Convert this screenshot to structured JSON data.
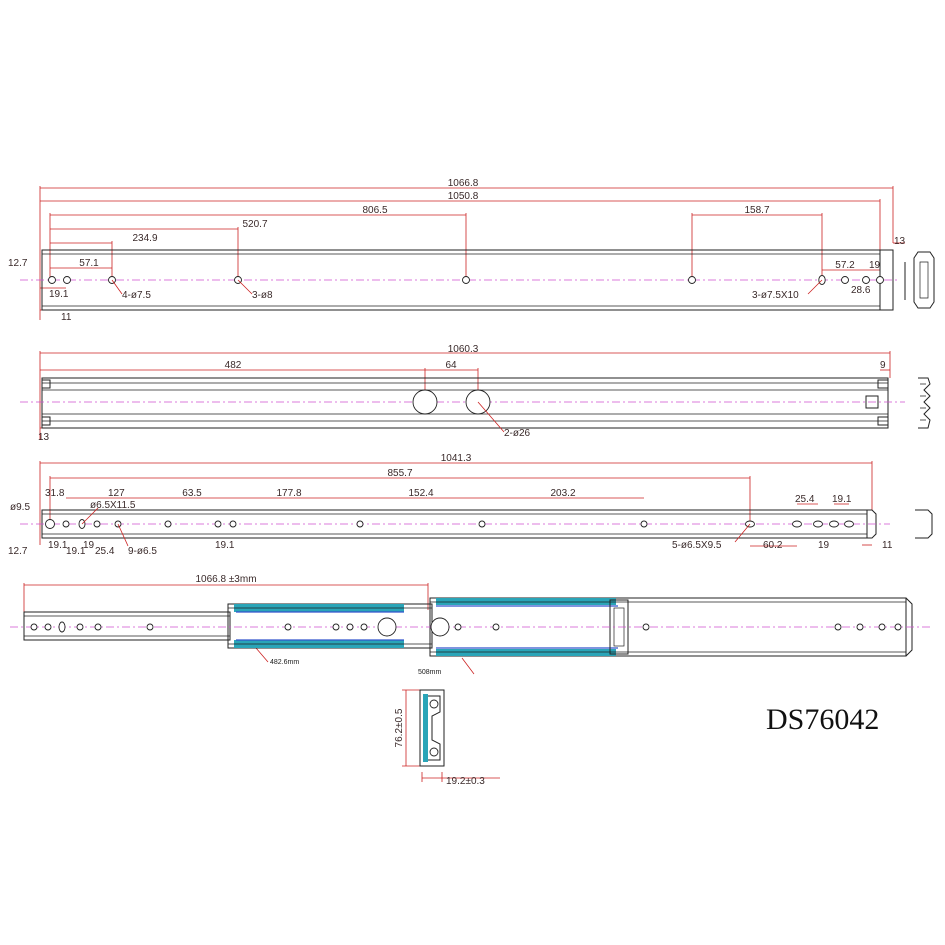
{
  "model": "DS76042",
  "colors": {
    "dimension": "#cc2222",
    "centerline": "#d050d0",
    "outline": "#222222",
    "highlight": "#2aa5b8",
    "slot_outline": "#3355cc"
  },
  "view1": {
    "overall": "1066.8",
    "inner": "1050.8",
    "d806": "806.5",
    "d520": "520.7",
    "d234": "234.9",
    "d158": "158.7",
    "d57a": "57.1",
    "d57b": "57.2",
    "d127": "12.7",
    "d191a": "19.1",
    "d11": "11",
    "d13": "13",
    "d19": "19",
    "d286": "28.6",
    "hole_a": "4-ø7.5",
    "hole_b": "3-ø8",
    "hole_c": "3-ø7.5X10"
  },
  "view2": {
    "overall": "1060.3",
    "d482": "482",
    "d64": "64",
    "d9": "9",
    "d13": "13",
    "hole": "2-ø26"
  },
  "view3": {
    "overall": "1041.3",
    "d855": "855.7",
    "d95": "ø9.5",
    "d318": "31.8",
    "d127": "127",
    "d635": "63.5",
    "d1778": "177.8",
    "d1524": "152.4",
    "d2032": "203.2",
    "d254a": "25.4",
    "d191a": "19.1",
    "slot": "ø6.5X11.5",
    "d12": "12.7",
    "d191b": "19.1",
    "d191c": "19.1",
    "d19": "19",
    "d254b": "25.4",
    "hole_a": "9-ø6.5",
    "d191d": "19.1",
    "hole_b": "5-ø6.5X9.5",
    "d602": "60.2",
    "d19b": "19",
    "d11": "11"
  },
  "view4": {
    "overall": "1066.8 ±3mm",
    "d482": "482.6mm",
    "d508": "508mm"
  },
  "section": {
    "height": "76.2±0.5",
    "width": "19.2±0.3"
  }
}
